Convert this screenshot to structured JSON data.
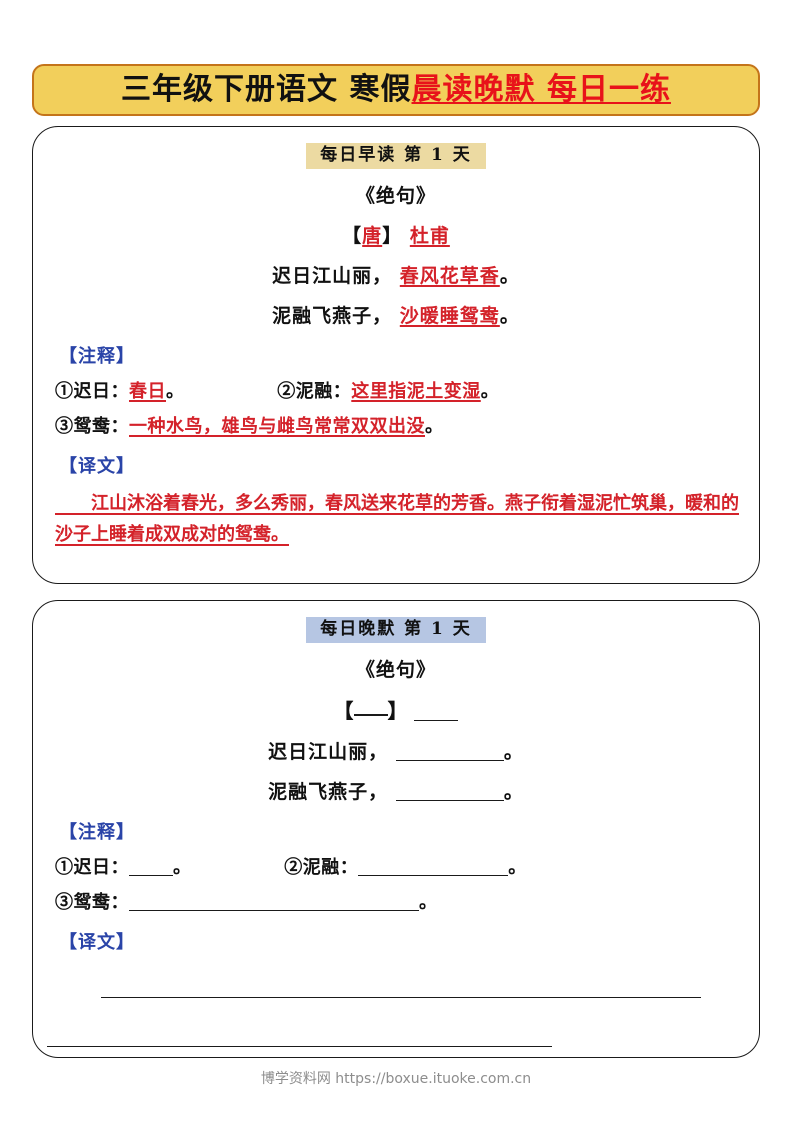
{
  "title_banner": {
    "black_part": "三年级下册语文  寒假",
    "red_part": "晨读晚默  每日一练"
  },
  "morning": {
    "head_label": "每日早读   第 1 天",
    "poem_title": "《绝句》",
    "author_bracket_open": "【",
    "author_dynasty": "唐",
    "author_bracket_close": "】",
    "author_name": "杜甫",
    "line1_black": "迟日江山丽，",
    "line1_red": "春风花草香",
    "line1_period": "。",
    "line2_black": "泥融飞燕子，",
    "line2_red": "沙暖睡鸳鸯",
    "line2_period": "。",
    "notes_label": "【注释】",
    "note1_key": "①迟日：",
    "note1_val": "春日",
    "note1_period": "。",
    "note2_key": "②泥融：",
    "note2_val": "这里指泥土变湿",
    "note2_period": "。",
    "note3_key": "③鸳鸯：",
    "note3_val": "一种水鸟，雄鸟与雌鸟常常双双出没",
    "note3_period": "。",
    "translation_label": "【译文】",
    "translation_text": "　　江山沐浴着春光，多么秀丽，春风送来花草的芳香。燕子衔着湿泥忙筑巢，暖和的沙子上睡着成双成对的鸳鸯。"
  },
  "evening": {
    "head_label": "每日晚默   第 1 天",
    "poem_title": "《绝句》",
    "author_bracket_open": "【",
    "author_bracket_close": "】",
    "line1_black": "迟日江山丽，",
    "line1_period": "。",
    "line2_black": "泥融飞燕子，",
    "line2_period": "。",
    "notes_label": "【注释】",
    "note1_key": "①迟日：",
    "note1_period": "。",
    "note2_key": "②泥融：",
    "note2_period": "。",
    "note3_key": "③鸳鸯：",
    "note3_period": "。",
    "translation_label": "【译文】"
  },
  "footer": {
    "text": "博学资料网 https://boxue.ituoke.com.cn"
  },
  "colors": {
    "banner_bg": "#f2cf5b",
    "banner_border": "#c4741a",
    "banner_red": "#e8121a",
    "morning_head_bg": "#ecdaa2",
    "evening_head_bg": "#b6c6e3",
    "answer_red": "#d4222a",
    "section_blue": "#2a44a8",
    "footer_gray": "#8d8d8d"
  }
}
